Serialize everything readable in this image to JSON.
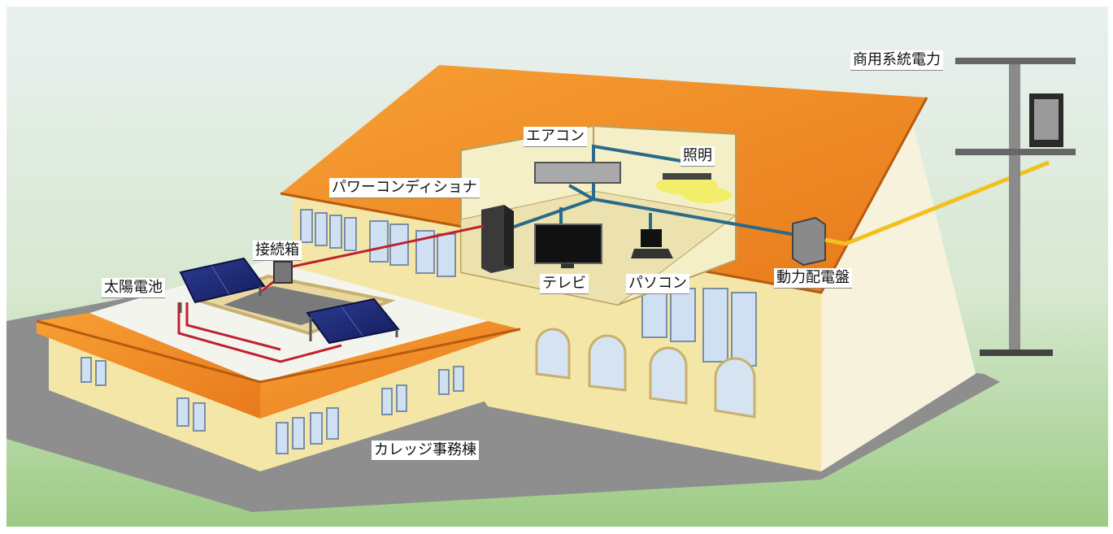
{
  "labels": {
    "commercial_grid": "商用系統電力",
    "aircon": "エアコン",
    "lighting": "照明",
    "power_conditioner": "パワーコンディショナ",
    "junction_box": "接続箱",
    "solar_cells": "太陽電池",
    "tv": "テレビ",
    "pc": "パソコン",
    "power_distribution_panel": "動力配電盤",
    "building": "カレッジ事務棟"
  },
  "colors": {
    "roof": "#f08c1e",
    "wall": "#f3e6a6",
    "solar_wire": "#c02030",
    "ac_wire": "#2a6a8a",
    "grid_wire": "#f2c020",
    "panel": "#24307a",
    "ground": "#a8cf8a"
  }
}
